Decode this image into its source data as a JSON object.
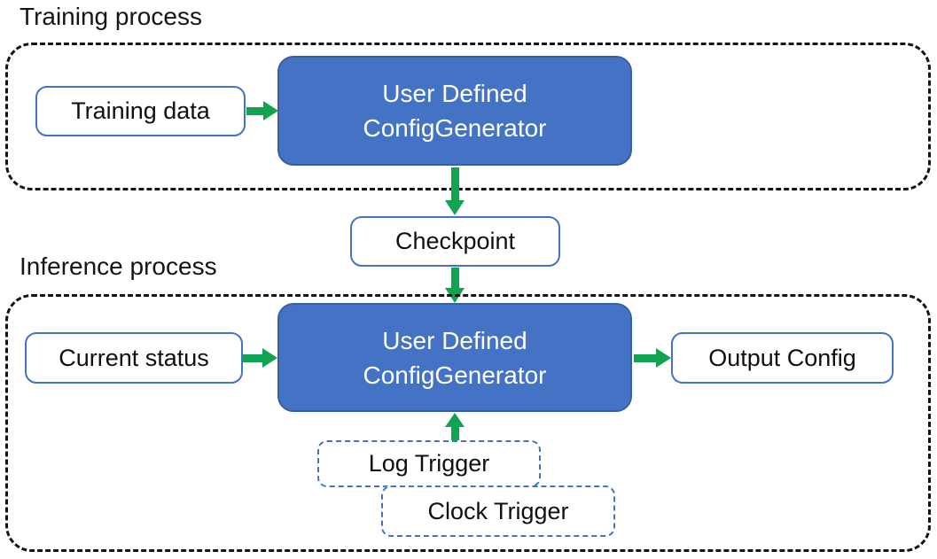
{
  "titles": {
    "training": "Training process",
    "inference": "Inference process"
  },
  "nodes": {
    "training_data": {
      "label": "Training data"
    },
    "config_generator_training": {
      "line1": "User Defined",
      "line2": "ConfigGenerator"
    },
    "checkpoint": {
      "label": "Checkpoint"
    },
    "current_status": {
      "label": "Current status"
    },
    "config_generator_inference": {
      "line1": "User Defined",
      "line2": "ConfigGenerator"
    },
    "output_config": {
      "label": "Output Config"
    },
    "log_trigger": {
      "label": "Log Trigger"
    },
    "clock_trigger": {
      "label": "Clock Trigger"
    }
  },
  "colors": {
    "node_fill_blue": "#4472C4",
    "node_border_blue_dark": "#3A5F9E",
    "node_border_blue": "#4472C4",
    "arrow_green": "#10A452",
    "container_dash_black": "#141414",
    "text_black": "#101010",
    "text_white": "#FFFFFF"
  }
}
